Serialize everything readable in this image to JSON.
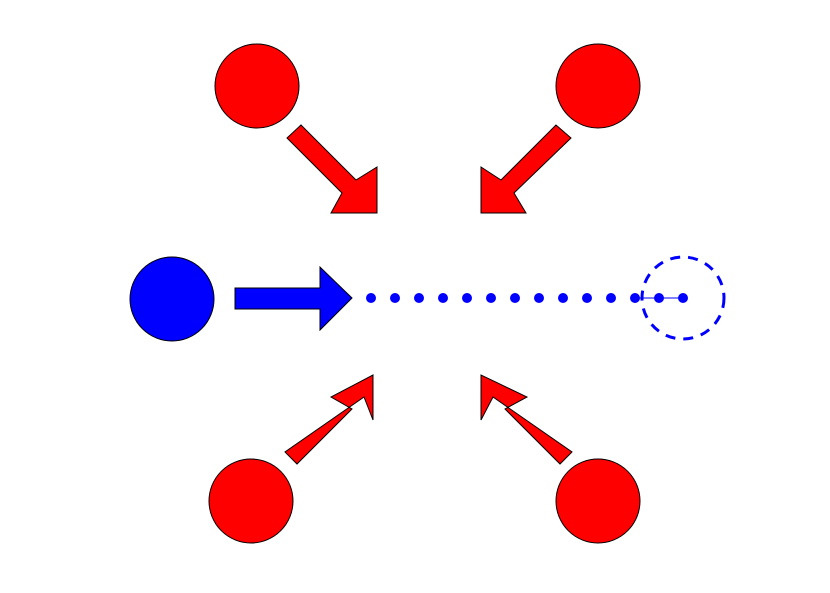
{
  "diagram": {
    "colors": {
      "red_fill": "#ff0000",
      "blue_fill": "#0000ff",
      "outline": "#000000",
      "dotted_path": "#0000ff",
      "target_dashed": "#0000ff",
      "background": "#ffffff"
    },
    "elements": {
      "red_particles": [
        "top-left",
        "top-right",
        "bottom-left",
        "bottom-right"
      ],
      "red_arrows": [
        "top-left",
        "top-right",
        "bottom-left",
        "bottom-right"
      ],
      "blue_particle": "left",
      "blue_arrow": "right",
      "dotted_path": "horizontal",
      "target_outline": "dashed-circle"
    }
  }
}
